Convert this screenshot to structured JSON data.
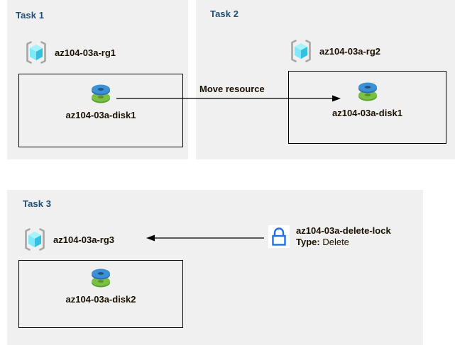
{
  "diagram": {
    "title": "Azure resource group tasks diagram",
    "background": "#ffffff",
    "panel_color": "#f0f0f0",
    "title_color": "#1f4e79",
    "text_color": "#1a1000"
  },
  "tasks": [
    {
      "id": "task1",
      "title": "Task 1",
      "resource_group": {
        "icon": "resource-group-icon",
        "label": "az104-03a-rg1"
      },
      "resource": {
        "icon": "managed-disk-icon",
        "label": "az104-03a-disk1"
      }
    },
    {
      "id": "task2",
      "title": "Task 2",
      "resource_group": {
        "icon": "resource-group-icon",
        "label": "az104-03a-rg2"
      },
      "resource": {
        "icon": "managed-disk-icon",
        "label": "az104-03a-disk1"
      }
    },
    {
      "id": "task3",
      "title": "Task 3",
      "resource_group": {
        "icon": "resource-group-icon",
        "label": "az104-03a-rg3"
      },
      "resource": {
        "icon": "managed-disk-icon",
        "label": "az104-03a-disk2"
      }
    }
  ],
  "connectors": {
    "move": {
      "label": "Move resource",
      "direction": "right",
      "from": "az104-03a-disk1 (Task 1)",
      "to": "az104-03a-disk1 (Task 2)"
    },
    "lock": {
      "label": "",
      "direction": "left",
      "from": "az104-03a-delete-lock",
      "to": "az104-03a-rg3"
    }
  },
  "lock_annotation": {
    "icon": "lock-icon",
    "name": "az104-03a-delete-lock",
    "type_key": "Type:",
    "type_value": "Delete",
    "icon_color": "#1f6feb"
  },
  "colors": {
    "disk_top": "#3d8fd6",
    "disk_bottom": "#6cb33f",
    "rg_cube": "#55e2f5",
    "rg_bracket": "#a6a6a6",
    "border": "#000000"
  }
}
